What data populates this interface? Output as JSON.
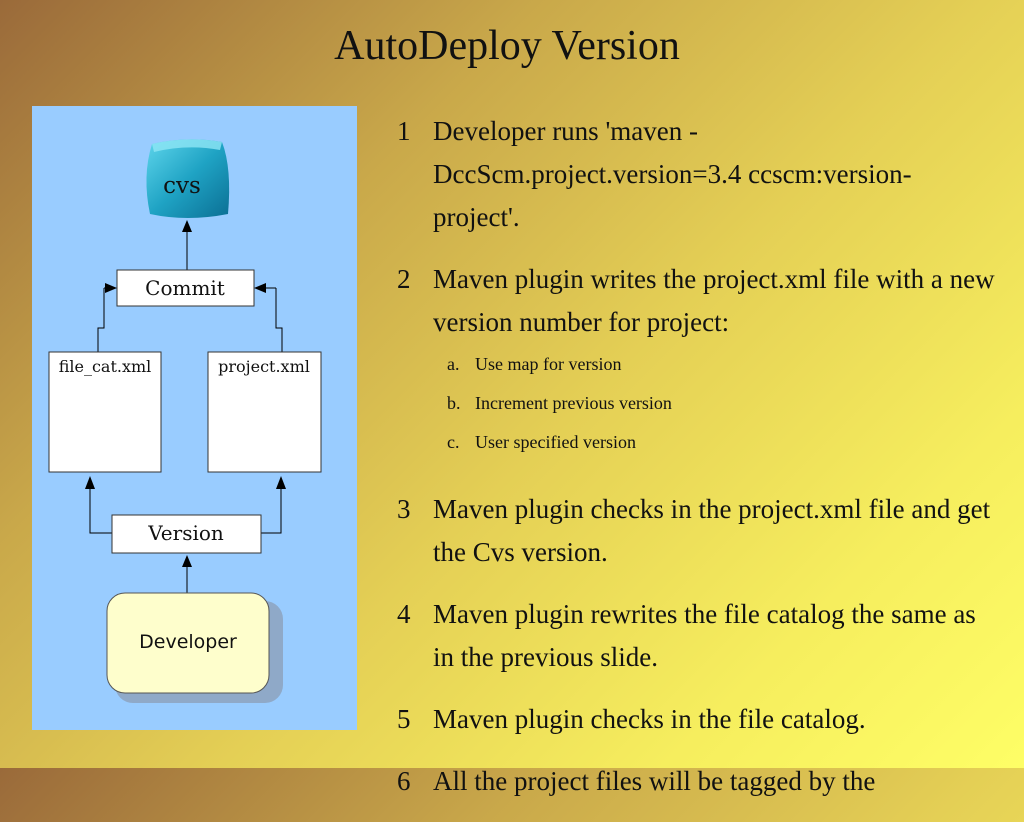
{
  "slide": {
    "title": "AutoDeploy Version"
  },
  "diagram": {
    "cvs_label": "cvs",
    "commit_label": "Commit",
    "file_cat_label": "file_cat.xml",
    "project_xml_label": "project.xml",
    "version_label": "Version",
    "developer_label": "Developer"
  },
  "steps": [
    {
      "num": "1",
      "text": "Developer runs 'maven -DccScm.project.version=3.4 ccscm:version-project'."
    },
    {
      "num": "2",
      "text": "Maven plugin writes the project.xml file with a new version number for project:",
      "substeps": [
        {
          "letter": "a.",
          "text": "Use map for version"
        },
        {
          "letter": "b.",
          "text": "Increment previous version"
        },
        {
          "letter": "c.",
          "text": "User specified version"
        }
      ]
    },
    {
      "num": "3",
      "text": "Maven plugin checks in the project.xml file and get the Cvs version."
    },
    {
      "num": "4",
      "text": "Maven plugin rewrites the file catalog the same as in the previous slide."
    },
    {
      "num": "5",
      "text": "Maven plugin checks in the file catalog."
    },
    {
      "num": "6",
      "text": "All the project files will be tagged by the"
    }
  ]
}
